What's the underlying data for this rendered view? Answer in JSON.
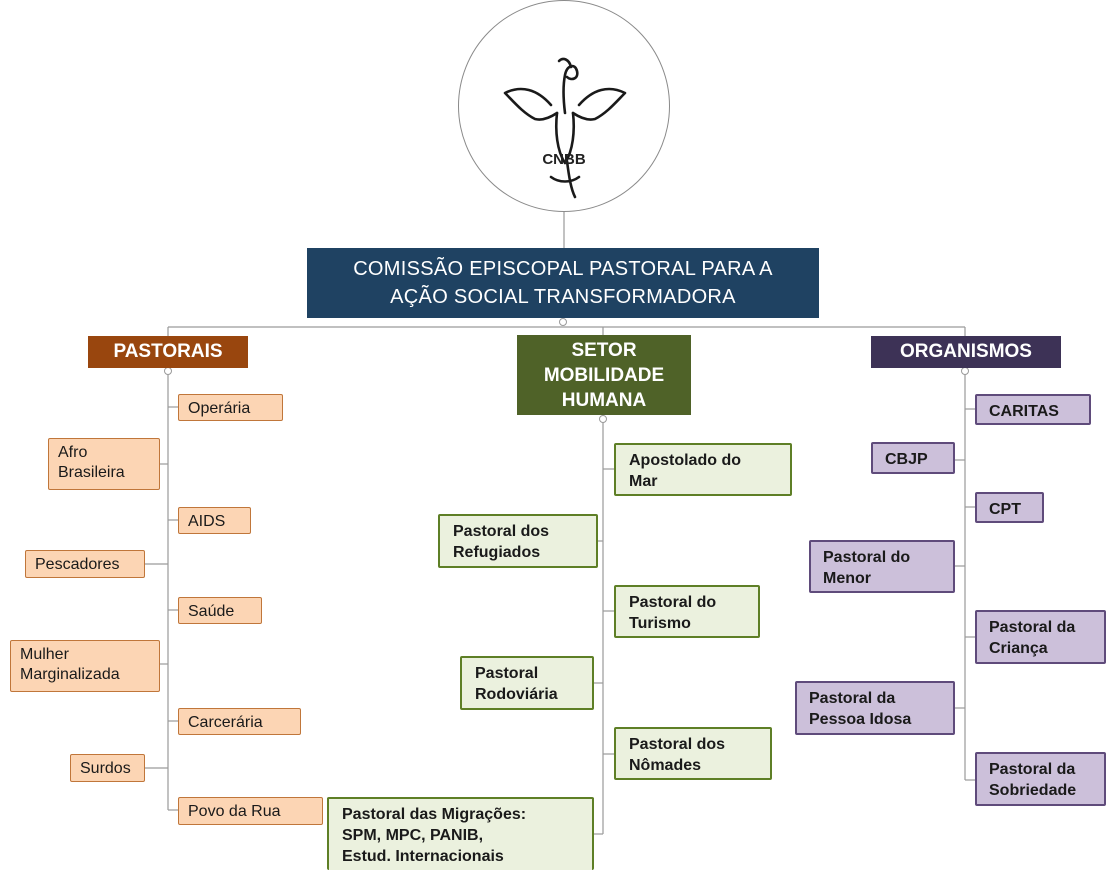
{
  "logo": {
    "name": "CNBB",
    "icon": "dove-icon"
  },
  "title": "COMISSÃO EPISCOPAL PASTORAL PARA A AÇÃO SOCIAL TRANSFORMADORA",
  "title_line1": "COMISSÃO EPISCOPAL PASTORAL PARA A",
  "title_line2": "AÇÃO SOCIAL TRANSFORMADORA",
  "colors": {
    "title_bg": "#1f4262",
    "pastorais": "#99460e",
    "setor": "#4f6228",
    "organismos": "#3d3256",
    "orange_node": "#fcd5b4",
    "green_node": "#ebf1de",
    "purple_node": "#ccc0da"
  },
  "branches": {
    "pastorais": {
      "label": "PASTORAIS",
      "items": [
        "Operária",
        "Afro Brasileira",
        "AIDS",
        "Pescadores",
        "Saúde",
        "Mulher Marginalizada",
        "Carcerária",
        "Surdos",
        "Povo da Rua"
      ]
    },
    "setor": {
      "label": "SETOR MOBILIDADE HUMANA",
      "label_lines": [
        "SETOR",
        "MOBILIDADE",
        "HUMANA"
      ],
      "items": [
        "Apostolado do Mar",
        "Pastoral dos Refugiados",
        "Pastoral do Turismo",
        "Pastoral Rodoviária",
        "Pastoral dos Nômades",
        "Pastoral das Migrações: SPM, MPC, PANIB, Estud. Internacionais"
      ]
    },
    "organismos": {
      "label": "ORGANISMOS",
      "items": [
        "CARITAS",
        "CBJP",
        "CPT",
        "Pastoral do Menor",
        "Pastoral da Criança",
        "Pastoral da Pessoa Idosa",
        "Pastoral da Sobriedade"
      ]
    }
  },
  "setor_lines": {
    "n0": [
      "Apostolado do",
      "Mar"
    ],
    "n1": [
      "Pastoral dos",
      "Refugiados"
    ],
    "n2": [
      "Pastoral do",
      "Turismo"
    ],
    "n3": [
      "Pastoral",
      "Rodoviária"
    ],
    "n4": [
      "Pastoral dos",
      "Nômades"
    ],
    "n5": [
      "Pastoral das Migrações:",
      "SPM, MPC, PANIB,",
      "Estud. Internacionais"
    ]
  },
  "org_lines": {
    "n3": [
      "Pastoral do",
      "Menor"
    ],
    "n4": [
      "Pastoral da",
      "Criança"
    ],
    "n5": [
      "Pastoral da",
      "Pessoa Idosa"
    ],
    "n6": [
      "Pastoral da",
      "Sobriedade"
    ]
  },
  "past_lines": {
    "n1": [
      "Afro",
      "Brasileira"
    ],
    "n5": [
      "Mulher",
      "Marginalizada"
    ]
  }
}
